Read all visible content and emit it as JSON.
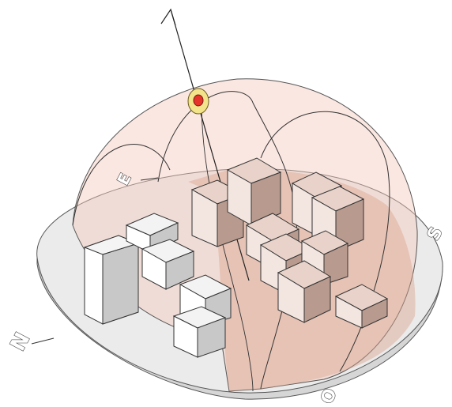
{
  "compass": {
    "north": "N",
    "east": "E",
    "south": "S",
    "west": "O"
  },
  "colors": {
    "disc": "#ebebeb",
    "disc_edge": "#d2d2d2",
    "dome": "#f7c9bd",
    "shadow_zone": "#d9a58f",
    "sun_core": "#e5332a",
    "sun_halo": "#f3e38a",
    "box_top": "#f3f3f3",
    "box_side": "#c8c8c8",
    "box_front": "#ffffff"
  },
  "icons": {
    "sun": "sun-marker-icon",
    "ray": "sun-ray-arrow-icon"
  }
}
